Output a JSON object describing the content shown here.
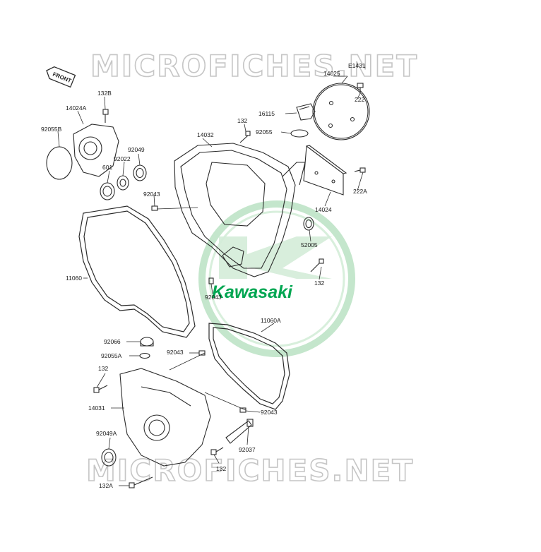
{
  "diagram": {
    "watermark_text": "MICROFICHES.NET",
    "diagram_code": "E1431",
    "front_tag": "FRONT",
    "logo": {
      "brand": "Kawasaki",
      "color": "#00a651",
      "ring_color": "#c4e6cc"
    },
    "labels": {
      "p14025": "14025",
      "p222": "222",
      "p132B": "132B",
      "p14024A": "14024A",
      "p92055B": "92055B",
      "p16115": "16115",
      "p132_top": "132",
      "p92055": "92055",
      "p14032": "14032",
      "p92049": "92049",
      "p92022": "92022",
      "p601": "601",
      "p222A": "222A",
      "p92043_a": "92043",
      "p14024": "14024",
      "p52005": "52005",
      "p132_right": "132",
      "p11060": "11060",
      "p92043_b": "92043",
      "p11060A": "11060A",
      "p92066": "92066",
      "p92055A": "92055A",
      "p92043_c": "92043",
      "p132_left": "132",
      "p14031": "14031",
      "p92043_d": "92043",
      "p92049A": "92049A",
      "p92037": "92037",
      "p132_bottom": "132",
      "p132A": "132A"
    }
  }
}
